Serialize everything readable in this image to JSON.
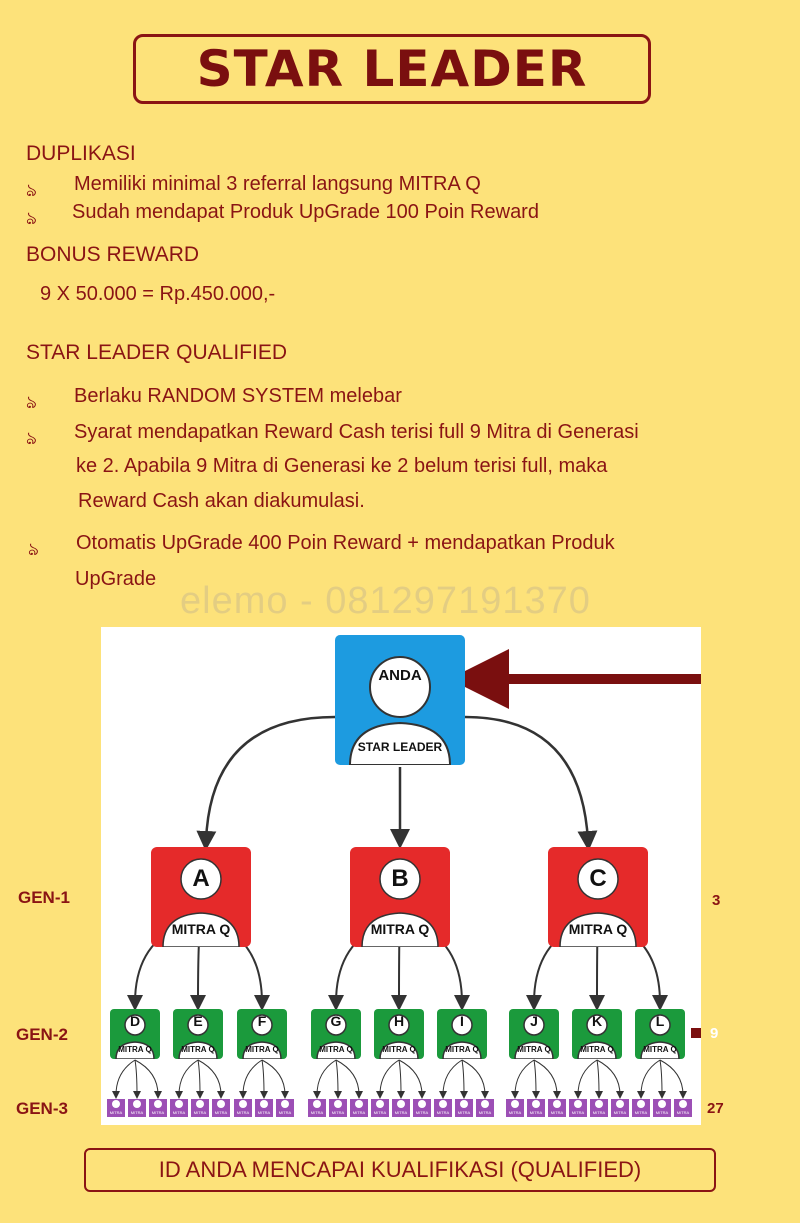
{
  "title": "STAR LEADER",
  "sections": {
    "duplikasi": {
      "heading": "DUPLIKASI",
      "items": [
        {
          "text": "Memiliki minimal 3 referral langsung ",
          "bold": "MITRA Q",
          "after": ""
        },
        {
          "text": "Sudah mendapat Produk ",
          "bold": "UpGrade",
          "after": " 100 Poin Reward"
        }
      ]
    },
    "bonus": {
      "heading": "BONUS REWARD",
      "value": "9 X 50.000 = Rp.450.000,-"
    },
    "qualified": {
      "heading": "STAR LEADER QUALIFIED",
      "items": [
        {
          "lines": [
            "Berlaku RANDOM SYSTEM melebar"
          ]
        },
        {
          "lines": [
            "Syarat mendapatkan Reward Cash terisi full 9 Mitra di Generasi",
            "ke 2. Apabila 9 Mitra di Generasi ke 2 belum terisi full, maka",
            "Reward Cash akan diakumulasi."
          ]
        },
        {
          "lines": [
            "Otomatis UpGrade 400 Poin Reward + mendapatkan Produk",
            "UpGrade"
          ]
        }
      ]
    }
  },
  "watermark": "elemo - 081297191370",
  "diagram": {
    "top": {
      "label": "ANDA",
      "sub": "STAR LEADER"
    },
    "gen1": [
      {
        "letter": "A",
        "label": "MITRA Q"
      },
      {
        "letter": "B",
        "label": "MITRA Q"
      },
      {
        "letter": "C",
        "label": "MITRA Q"
      }
    ],
    "gen2": [
      "D",
      "E",
      "F",
      "G",
      "H",
      "I",
      "J",
      "K",
      "L"
    ],
    "gen2_label": "MITRA Q",
    "gen3_label": "MITRA",
    "gen_labels": [
      "GEN-1",
      "GEN-2",
      "GEN-3"
    ],
    "counts": [
      "3",
      "9",
      "27"
    ],
    "colors": {
      "top": "#1d9be0",
      "gen1": "#e52a2a",
      "gen2": "#1b9a3c",
      "gen3": "#9c4fb5",
      "arrow": "#7a0f0f"
    }
  },
  "footer": "ID ANDA MENCAPAI KUALIFIKASI (QUALIFIED)",
  "bullet_icon": "curl-bullet-icon"
}
